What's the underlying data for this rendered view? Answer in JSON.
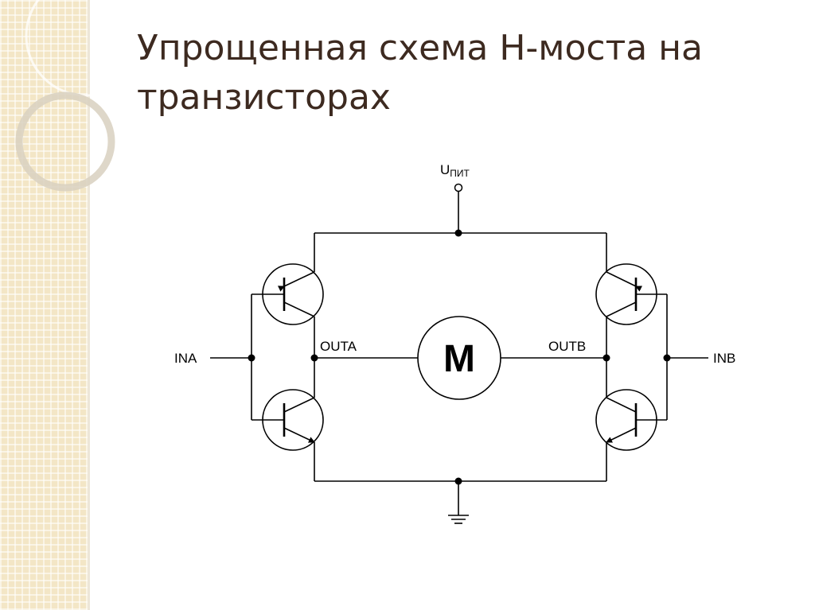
{
  "slide": {
    "title_line1": "Упрощенная схема Н-моста на",
    "title_line2": "транзисторах"
  },
  "diagram": {
    "supply_label_main": "U",
    "supply_label_sub": "ПИТ",
    "input_a_label": "INA",
    "input_b_label": "INB",
    "output_a_label": "OUTA",
    "output_b_label": "OUTB",
    "motor_label": "M"
  }
}
